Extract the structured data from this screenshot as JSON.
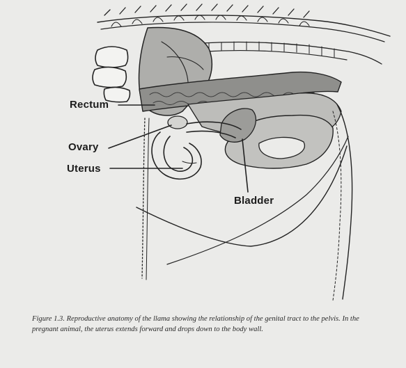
{
  "labels": {
    "rectum": "Rectum",
    "ovary": "Ovary",
    "uterus": "Uterus",
    "bladder": "Bladder"
  },
  "caption": "Figure 1.3. Reproductive anatomy of the llama showing the relationship of the genital tract to the pelvis. In the pregnant animal, the uterus extends forward and drops down to the body wall.",
  "colors": {
    "background": "#ebebe9",
    "ink": "#222222",
    "shade": "#a9a9a6"
  }
}
